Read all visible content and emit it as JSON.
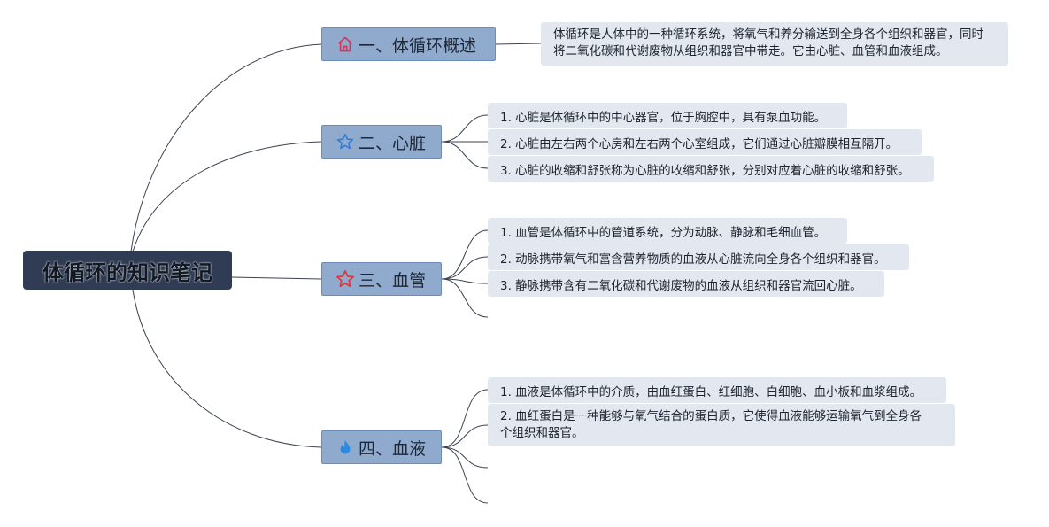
{
  "colors": {
    "root_bg": "#2f3c53",
    "branch_bg": "#8faacd",
    "note_bg": "#e3e8f0",
    "line": "#3b4252",
    "house_icon": "#d4365a",
    "star_blue": "#2b7bd8",
    "star_red": "#d9363e",
    "flame": "#2b8be0"
  },
  "root": {
    "title": "体循环的知识笔记"
  },
  "branches": [
    {
      "label": "一、体循环概述",
      "icon": "house-icon",
      "notes": [
        "体循环是人体中的一种循环系统，将氧气和养分输送到全身各个组织和器官，同时将二氧化碳和代谢废物从组织和器官中带走。它由心脏、血管和血液组成。"
      ]
    },
    {
      "label": "二、心脏",
      "icon": "star-icon",
      "notes": [
        "1. 心脏是体循环中的中心器官，位于胸腔中，具有泵血功能。",
        "2. 心脏由左右两个心房和左右两个心室组成，它们通过心脏瓣膜相互隔开。",
        "3. 心脏的收缩和舒张称为心脏的收缩和舒张，分别对应着心脏的收缩和舒张。"
      ]
    },
    {
      "label": "三、血管",
      "icon": "star-icon",
      "notes": [
        "1. 血管是体循环中的管道系统，分为动脉、静脉和毛细血管。",
        "2. 动脉携带氧气和富含营养物质的血液从心脏流向全身各个组织和器官。",
        "3. 静脉携带含有二氧化碳和代谢废物的血液从组织和器官流回心脏。"
      ]
    },
    {
      "label": "四、血液",
      "icon": "flame-icon",
      "notes": [
        "1. 血液是体循环中的介质，由血红蛋白、红细胞、白细胞、血小板和血浆组成。",
        "2. 血红蛋白是一种能够与氧气结合的蛋白质，它使得血液能够运输氧气到全身各个组织和器官。"
      ]
    }
  ]
}
